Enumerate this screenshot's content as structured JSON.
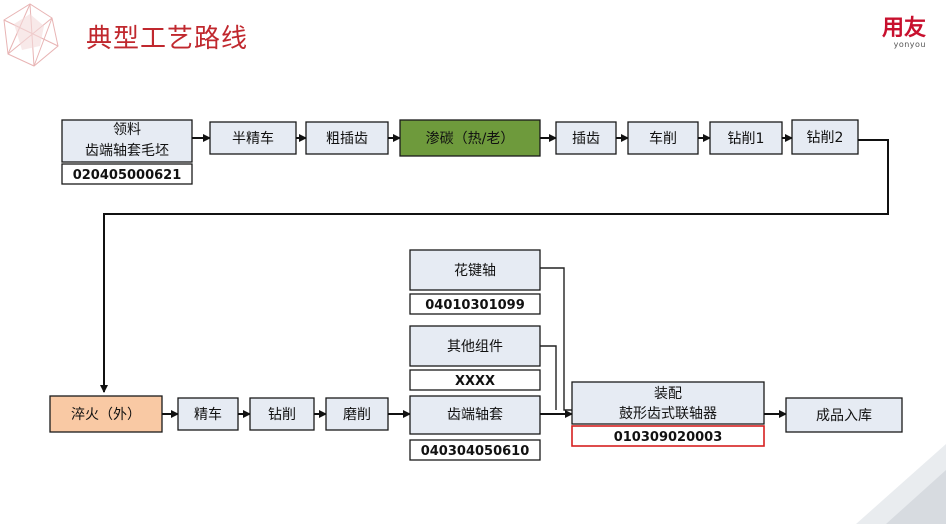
{
  "header": {
    "title": "典型工艺路线",
    "brand_main": "用友",
    "brand_sub": "yonyou"
  },
  "colors": {
    "title": "#c0282e",
    "step_fill": "#e6ebf3",
    "carburize_fill": "#6e9a3c",
    "quench_fill": "#f9c9a4",
    "highlight_border": "#d62020"
  },
  "row1": {
    "material_line1": "领料",
    "material_line2": "齿端轴套毛坯",
    "material_code": "020405000621",
    "steps": [
      "半精车",
      "粗插齿",
      "渗碳（热/老）",
      "插齿",
      "车削",
      "钻削1",
      "钻削2"
    ]
  },
  "row2": {
    "steps": [
      "淬火（外）",
      "精车",
      "钻削",
      "磨削"
    ]
  },
  "components": {
    "spline_shaft": "花键轴",
    "spline_shaft_code": "04010301099",
    "other_parts": "其他组件",
    "other_parts_code": "XXXX",
    "sleeve": "齿端轴套",
    "sleeve_code": "040304050610"
  },
  "assembly": {
    "line1": "装配",
    "line2": "鼓形齿式联轴器",
    "code": "010309020003"
  },
  "final_step": "成品入库"
}
